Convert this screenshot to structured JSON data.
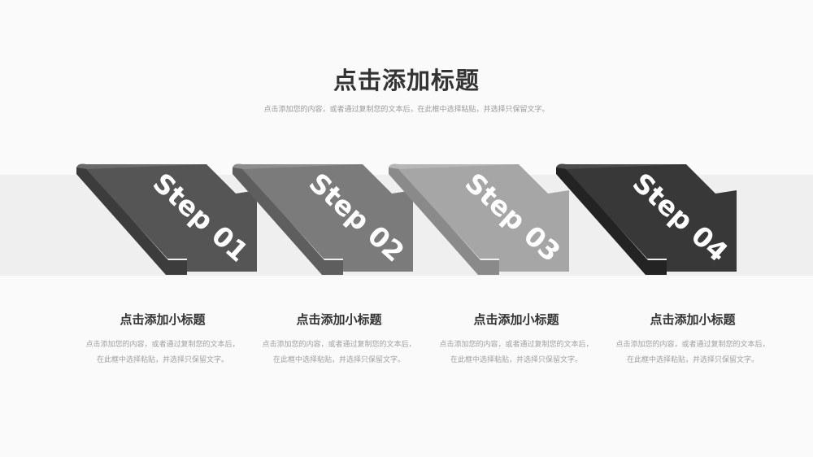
{
  "header": {
    "title": "点击添加标题",
    "subtitle": "点击添加您的内容，或者通过复制您的文本后，在此框中选择粘贴，并选择只保留文字。"
  },
  "steps": [
    {
      "label": "Step 01",
      "color": "#555555",
      "side_color": "#3c3c3c",
      "top_color": "#6a6a6a",
      "subtitle": "点击添加小标题",
      "text": "点击添加您的内容，或者通过复制您的文本后，在此框中选择粘贴，并选择只保留文字。"
    },
    {
      "label": "Step 02",
      "color": "#7b7b7b",
      "side_color": "#5e5e5e",
      "top_color": "#8e8e8e",
      "subtitle": "点击添加小标题",
      "text": "点击添加您的内容，或者通过复制您的文本后，在此框中选择粘贴，并选择只保留文字。"
    },
    {
      "label": "Step 03",
      "color": "#a6a6a6",
      "side_color": "#8a8a8a",
      "top_color": "#b6b6b6",
      "subtitle": "点击添加小标题",
      "text": "点击添加您的内容，或者通过复制您的文本后，在此框中选择粘贴，并选择只保留文字。"
    },
    {
      "label": "Step 04",
      "color": "#383838",
      "side_color": "#232323",
      "top_color": "#4c4c4c",
      "subtitle": "点击添加小标题",
      "text": "点击添加您的内容，或者通过复制您的文本后，在此框中选择粘贴，并选择只保留文字。"
    }
  ]
}
